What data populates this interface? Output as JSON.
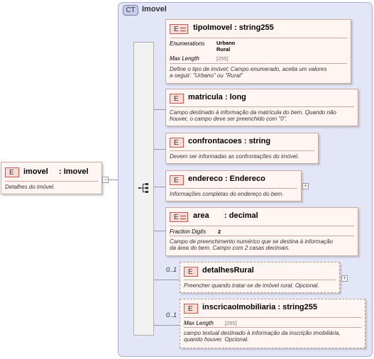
{
  "complex_type": {
    "badge": "CT",
    "name": "Imovel"
  },
  "root": {
    "badge": "E",
    "name": "imovel",
    "type": ": Imovel",
    "description": "Detalhes do imóvel."
  },
  "elements": [
    {
      "badge": "E",
      "title": "tipoImovel : string255",
      "facets": [
        {
          "key": "Enumerations",
          "values": [
            "Urbano",
            "Rural"
          ]
        },
        {
          "key": "Max Length",
          "value": "[255]"
        }
      ],
      "description": [
        "Define o tipo de imóvel; Campo enumerado, aceita um valores",
        "a seguir: \"Urbano\" ou \"Rural\""
      ]
    },
    {
      "badge": "E",
      "title": "matricula : long",
      "description": [
        "Campo destinado à informação da matrícula do bem. Quando não",
        "houver, o campo deve ser preenchido com \"0\"."
      ]
    },
    {
      "badge": "E",
      "title": "confrontacoes : string",
      "description": [
        "Devem ser informadas as confrontações do imóvel."
      ]
    },
    {
      "badge": "E",
      "title": "endereco : Endereco",
      "description": [
        "Informações completas do endereço do bem."
      ]
    },
    {
      "badge": "E",
      "title": "area       : decimal",
      "facets": [
        {
          "key": "Fraction Digits",
          "value": "2"
        }
      ],
      "description": [
        "Campo de preenchimento numérico que se destina à informação",
        "da área do bem. Campo com 2 casas decimais."
      ]
    },
    {
      "badge": "E",
      "title": "detalhesRural",
      "cardinality": "0..1",
      "description": [
        "Preencher quando tratar-se de imóvel rural. Opcional."
      ]
    },
    {
      "badge": "E",
      "title": "inscricaoImobiliaria : string255",
      "cardinality": "0..1",
      "facets": [
        {
          "key": "Max Length",
          "value": "[255]"
        }
      ],
      "description": [
        "campo textual destinado à informação da inscrição imobiliária,",
        "quando houver. Opcional."
      ]
    }
  ],
  "colors": {
    "element_fill": "#fff5f3",
    "element_border": "#c9a8a0",
    "badge_fill": "#fadbd6",
    "ct_panel": "#e3e6f7"
  }
}
